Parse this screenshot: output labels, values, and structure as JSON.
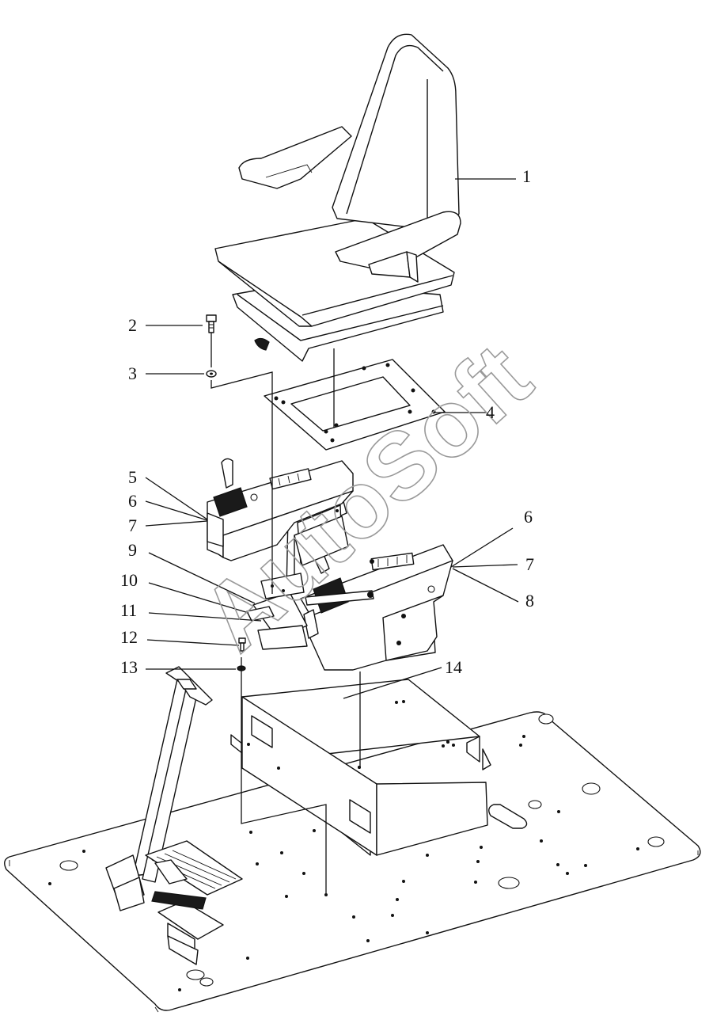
{
  "diagram": {
    "watermark": "AutoSoft",
    "callouts": [
      {
        "id": "c1",
        "label": "1"
      },
      {
        "id": "c2",
        "label": "2"
      },
      {
        "id": "c3",
        "label": "3"
      },
      {
        "id": "c4",
        "label": "4"
      },
      {
        "id": "c5",
        "label": "5"
      },
      {
        "id": "c6a",
        "label": "6"
      },
      {
        "id": "c7a",
        "label": "7"
      },
      {
        "id": "c6b",
        "label": "6"
      },
      {
        "id": "c7b",
        "label": "7"
      },
      {
        "id": "c8",
        "label": "8"
      },
      {
        "id": "c9",
        "label": "9"
      },
      {
        "id": "c10",
        "label": "10"
      },
      {
        "id": "c11",
        "label": "11"
      },
      {
        "id": "c12",
        "label": "12"
      },
      {
        "id": "c13",
        "label": "13"
      },
      {
        "id": "c14",
        "label": "14"
      }
    ]
  }
}
